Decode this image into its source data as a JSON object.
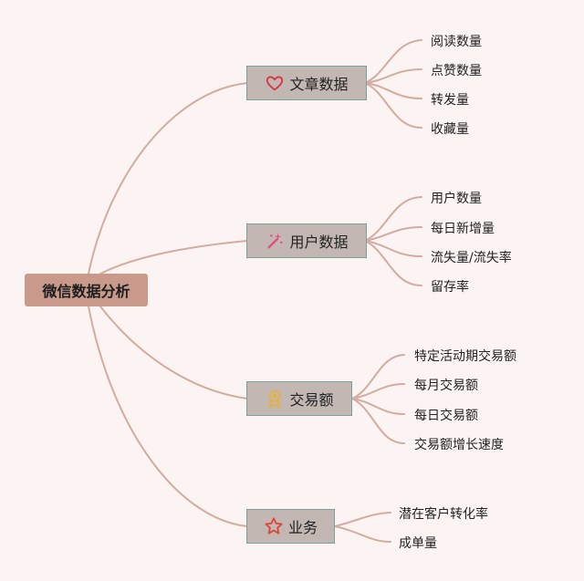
{
  "root": {
    "label": "微信数据分析"
  },
  "branches": [
    {
      "label": "文章数据",
      "icon": "heart-icon",
      "icon_color": "#d9363e",
      "leaves": [
        "阅读数量",
        "点赞数量",
        "转发量",
        "收藏量"
      ]
    },
    {
      "label": "用户数据",
      "icon": "magic-wand-icon",
      "icon_color": "#e8467c",
      "leaves": [
        "用户数量",
        "每日新增量",
        "流失量/流失率",
        "留存率"
      ]
    },
    {
      "label": "交易额",
      "icon": "medal-icon",
      "icon_color": "#e8b23a",
      "leaves": [
        "特定活动期交易额",
        "每月交易额",
        "每日交易额",
        "交易额增长速度"
      ]
    },
    {
      "label": "业务",
      "icon": "star-icon",
      "icon_color": "#e0453a",
      "leaves": [
        "潜在客户转化率",
        "成单量"
      ]
    }
  ],
  "colors": {
    "connector": "#d4aba0",
    "background": "#fbf4f3"
  }
}
